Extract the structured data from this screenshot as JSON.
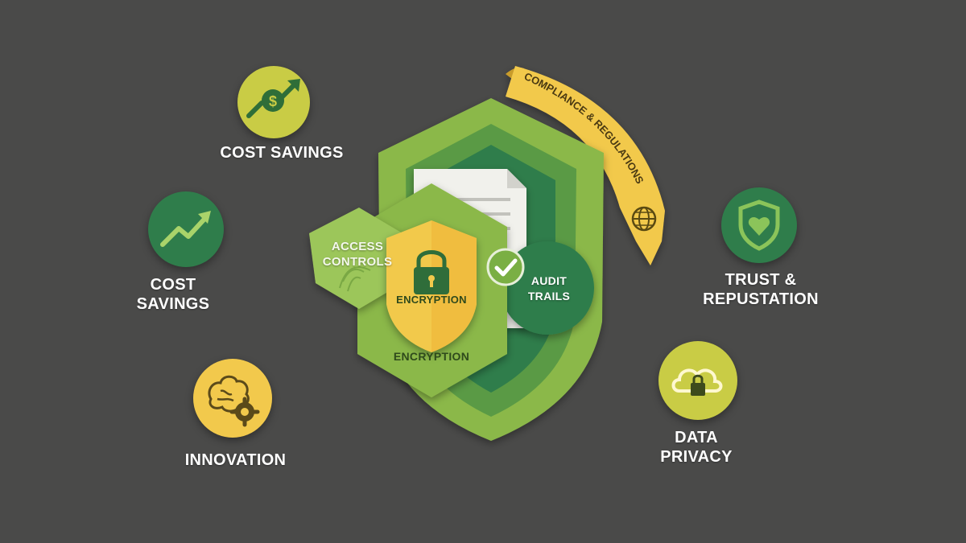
{
  "colors": {
    "background": "#4a4a49",
    "green_light": "#8bb84a",
    "green_mid": "#5a9a45",
    "green_dark": "#2f7d4b",
    "yellow": "#f2c94c",
    "olive_yellow": "#c9cc45"
  },
  "benefits": {
    "cost_savings_top": {
      "label": "COST SAVINGS",
      "icon": "dollar-growth-icon"
    },
    "cost_savings_mid": {
      "line1": "COST",
      "line2": "SAVINGS",
      "icon": "trend-up-icon"
    },
    "innovation": {
      "label": "INNOVATION",
      "icon": "brain-gear-icon"
    },
    "trust": {
      "line1": "TRUST &",
      "line2": "REPUSTATION",
      "icon": "shield-heart-icon"
    },
    "privacy": {
      "line1": "DATA",
      "line2": "PRIVACY",
      "icon": "cloud-lock-icon"
    }
  },
  "center": {
    "access": {
      "line1": "ACCESS",
      "line2": "CONTROLS"
    },
    "encryption_inner": "ENCRYPTION",
    "encryption_outer": "ENCRYPTION",
    "audit": {
      "line1": "AUDIT",
      "line2": "TRAILS"
    },
    "compliance_banner": "COMPLIANCE & REGULATIONS"
  }
}
